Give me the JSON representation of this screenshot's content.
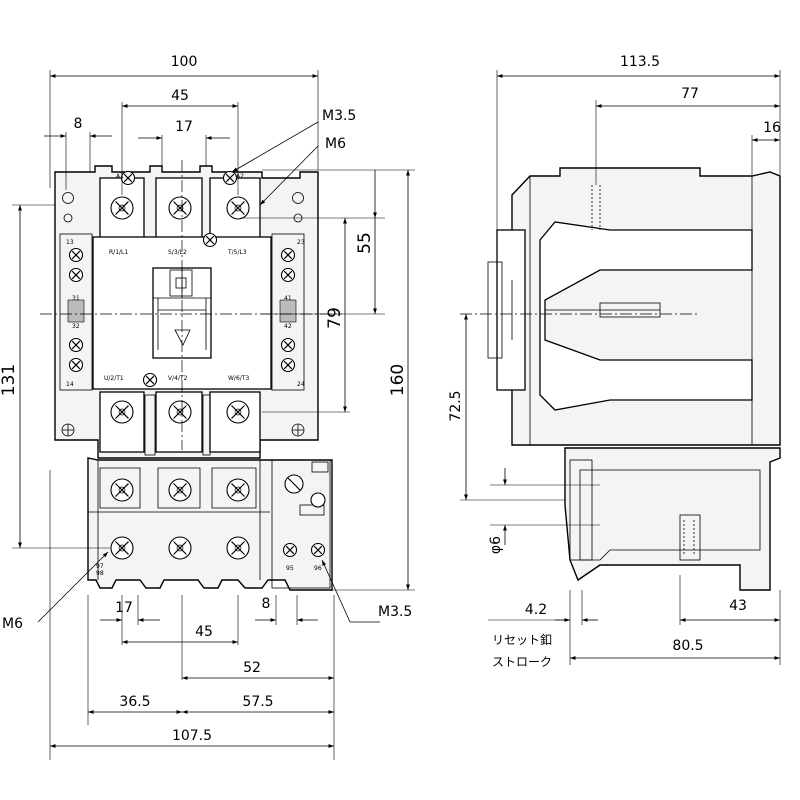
{
  "front_view": {
    "dims": {
      "overall_width": "100",
      "terminal_pitch_top": "45",
      "terminal_gap_top": "17",
      "aux_offset": "8",
      "screw_top": "M3.5",
      "screw_main_top": "M6",
      "height_55": "55",
      "height_79": "79",
      "height_131": "131",
      "height_160": "160",
      "screw_main_bottom": "M6",
      "screw_bottom": "M3.5",
      "gap_bottom_17": "17",
      "pitch_bottom_45": "45",
      "offset_bottom_8": "8",
      "width_52": "52",
      "width_36_5": "36.5",
      "width_57_5": "57.5",
      "width_107_5": "107.5"
    },
    "terminal_labels": {
      "r_l1": "R/1/L1",
      "s_l2": "S/3/L2",
      "t_l3": "T/5/L3",
      "u_t1": "U/2/T1",
      "v_t2": "V/4/T2",
      "w_t3": "W/6/T3",
      "a1": "A1",
      "a2": "A2",
      "n13": "13",
      "n14": "14",
      "n23": "23",
      "n24": "24",
      "n31": "31",
      "n32": "32",
      "n41": "41",
      "n42": "42",
      "n95": "95",
      "n96": "96",
      "n97": "97",
      "n98": "98"
    }
  },
  "side_view": {
    "dims": {
      "depth_total": "113.5",
      "depth_77": "77",
      "depth_16": "16",
      "height_72_5": "72.5",
      "phi6": "φ6",
      "reset_4_2": "4.2",
      "depth_43": "43",
      "depth_80_5": "80.5"
    },
    "reset_note_line1": "リセット釦",
    "reset_note_line2": "ストローク"
  }
}
